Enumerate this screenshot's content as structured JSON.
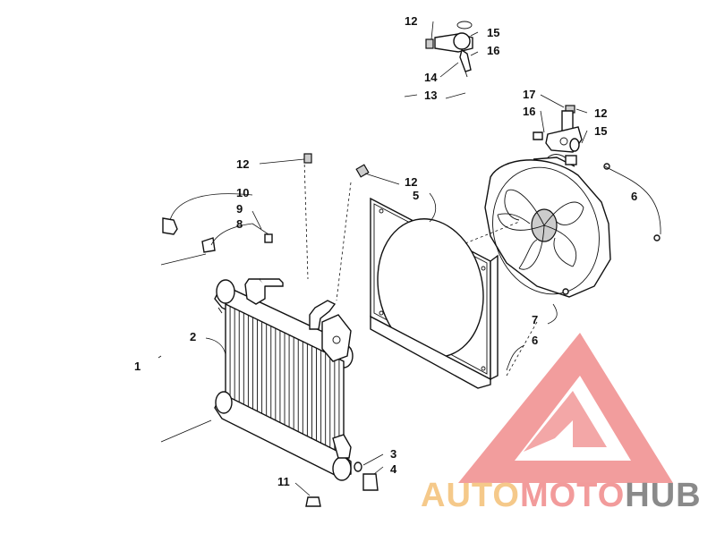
{
  "diagram": {
    "callouts": [
      "1",
      "2",
      "3",
      "4",
      "5",
      "6",
      "6",
      "7",
      "8",
      "9",
      "10",
      "11",
      "12",
      "12",
      "12",
      "12",
      "13",
      "14",
      "15",
      "15",
      "16",
      "16",
      "17"
    ]
  },
  "watermark": {
    "parts": [
      {
        "text": "AUTO",
        "color": "#f5c98a"
      },
      {
        "text": "MOTO",
        "color": "#f29b9b"
      },
      {
        "text": "HUB",
        "color": "#8a8a8a"
      }
    ],
    "logo_color": "#f08c8c"
  }
}
